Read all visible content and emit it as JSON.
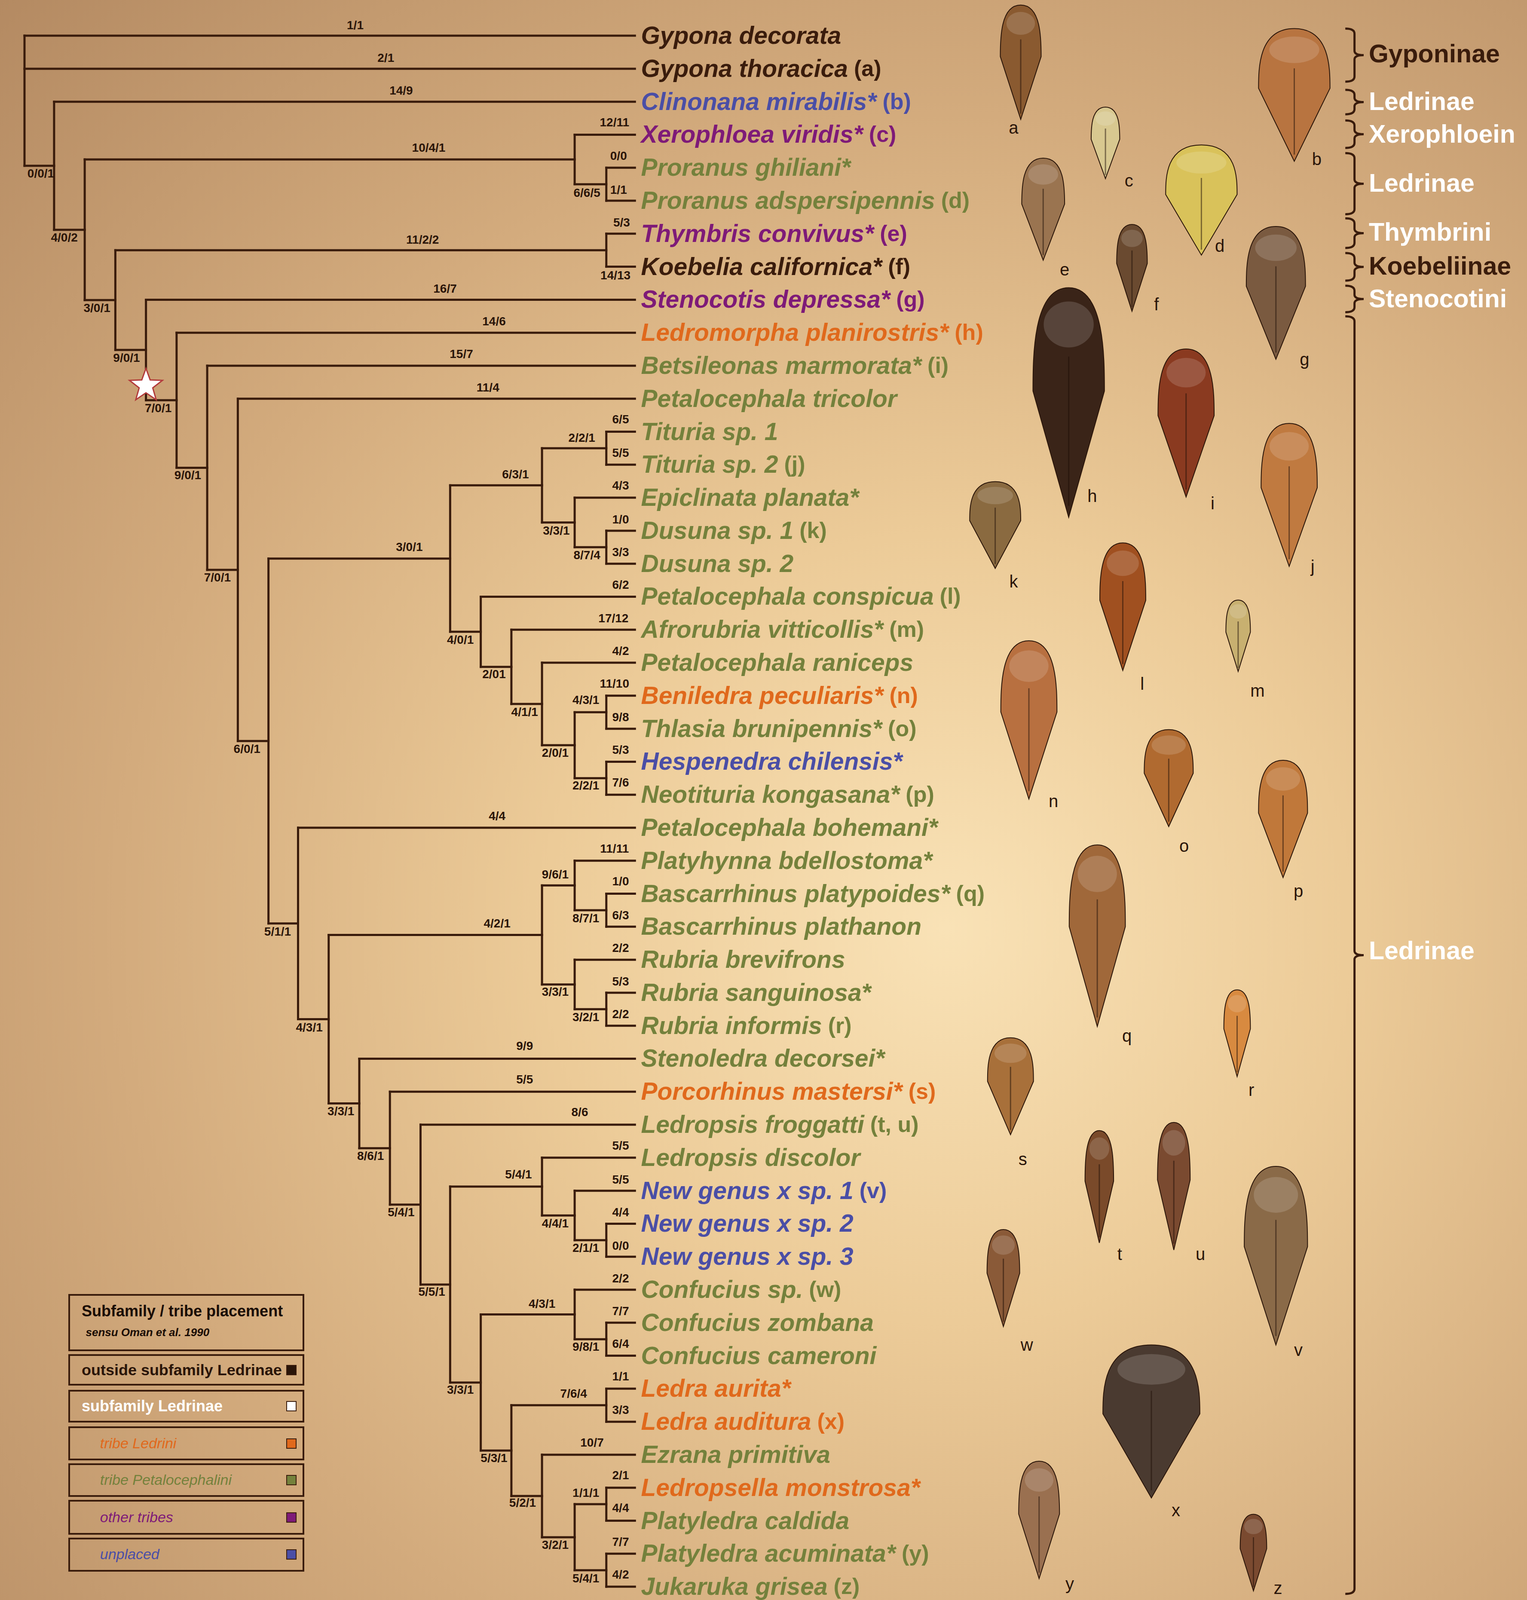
{
  "diagram": {
    "labels": [
      "Gypona decorata",
      "Gypona thoracica",
      "Clinonana mirabilis*",
      "Xerophloea viridis*",
      "Proranus ghiliani*",
      "Proranus adspersipennis",
      "Thymbris convivus*",
      "Koebelia californica*",
      "Stenocotis depressa*",
      "Ledromorpha planirostris*",
      "Betsileonas marmorata*",
      "Petalocephala tricolor",
      "Tituria sp. 1",
      "Tituria sp. 2",
      "Epiclinata planata*",
      "Dusuna sp. 1",
      "Dusuna sp. 2",
      "Petalocephala conspicua",
      "Afrorubria vitticollis*",
      "Petalocephala raniceps",
      "Beniledra peculiaris*",
      "Thlasia brunipennis*",
      "Hespenedra chilensis*",
      "Neotituria kongasana*",
      "Petalocephala bohemani*",
      "Platyhynna bdellostoma*",
      "Bascarrhinus platypoides*",
      "Bascarrhinus plathanon",
      "Rubria brevifrons",
      "Rubria sanguinosa*",
      "Rubria informis",
      "Stenoledra decorsei*",
      "Porcorhinus mastersi*",
      "Ledropsis froggatti",
      "Ledropsis discolor",
      "New genus x sp. 1",
      "New genus x sp. 2",
      "New genus x sp. 3",
      "Confucius sp.",
      "Confucius zombana",
      "Confucius cameroni",
      "Ledra aurita*",
      "Ledra auditura",
      "Ezrana primitiva",
      "Ledropsella monstrosa*",
      "Platyledra caldida",
      "Platyledra acuminata*",
      "Jukaruka grisea",
      "(a)",
      "(b)",
      "(c)",
      "(d)",
      "(e)",
      "(f)",
      "(g)",
      "(h)",
      "(i)",
      "(j)",
      "(k)",
      "(l)",
      "(m)",
      "(n)",
      "(o)",
      "(p)",
      "(q)",
      "(r)",
      "(s)",
      "(t, u)",
      "(v)",
      "(w)",
      "(x)",
      "(y)",
      "(z)",
      "1/1",
      "2/1",
      "14/9",
      "12/11",
      "10/4/1",
      "0/0",
      "0/0/1",
      "6/6/5",
      "1/1",
      "5/3",
      "4/0/2",
      "11/2/2",
      "14/13",
      "16/7",
      "3/0/1",
      "14/6",
      "15/7",
      "9/0/1",
      "11/4",
      "7/0/1",
      "6/5",
      "2/2/1",
      "5/5",
      "9/0/1",
      "6/3/1",
      "4/3",
      "1/0",
      "3/3/1",
      "3/0/1",
      "8/7/4",
      "3/3",
      "7/0/1",
      "6/2",
      "17/12",
      "4/0/1",
      "4/2",
      "2/01",
      "11/10",
      "4/3/1",
      "4/1/1",
      "9/8",
      "6/0/1",
      "5/3",
      "2/0/1",
      "7/6",
      "2/2/1",
      "4/4",
      "11/11",
      "9/6/1",
      "1/0",
      "6/3",
      "8/7/1",
      "4/2/1",
      "5/1/1",
      "2/2",
      "5/3",
      "3/3/1",
      "2/2",
      "3/2/1",
      "4/3/1",
      "9/9",
      "5/5",
      "3/3/1",
      "8/6",
      "5/5",
      "8/6/1",
      "5/4/1",
      "5/5",
      "5/4/1",
      "4/4",
      "4/4/1",
      "0/0",
      "2/1/1",
      "2/2",
      "5/5/1",
      "4/3/1",
      "7/7",
      "6/4",
      "9/8/1",
      "1/1",
      "3/3/1",
      "7/6/4",
      "3/3",
      "10/7",
      "5/3/1",
      "2/1",
      "1/1/1",
      "5/2/1",
      "4/4",
      "7/7",
      "3/2/1",
      "4/2",
      "5/4/1",
      "Gyponinae",
      "Ledrinae",
      "Xerophloein",
      "Ledrinae",
      "Thymbrini",
      "Koebeliinae",
      "Stenocotini",
      "Ledrinae",
      "a",
      "b",
      "c",
      "d",
      "e",
      "f",
      "g",
      "h",
      "i",
      "j",
      "k",
      "l",
      "m",
      "n",
      "o",
      "p",
      "q",
      "r",
      "s",
      "t",
      "u",
      "v",
      "w",
      "x",
      "y",
      "z",
      "Subfamily / tribe placement",
      "sensu Oman et al. 1990"
    ],
    "legend": [
      {
        "text": "outside subfamily Ledrinae",
        "color": "#2a1509"
      },
      {
        "text": "subfamily Ledrinae",
        "color": "#ffffff"
      },
      {
        "text": "tribe Ledrini",
        "color": "#e0691c"
      },
      {
        "text": "tribe Petalocephalini",
        "color": "#74813c"
      },
      {
        "text": "other tribes",
        "color": "#7e1a78"
      },
      {
        "text": "unplaced",
        "color": "#4a4ea6"
      }
    ]
  }
}
